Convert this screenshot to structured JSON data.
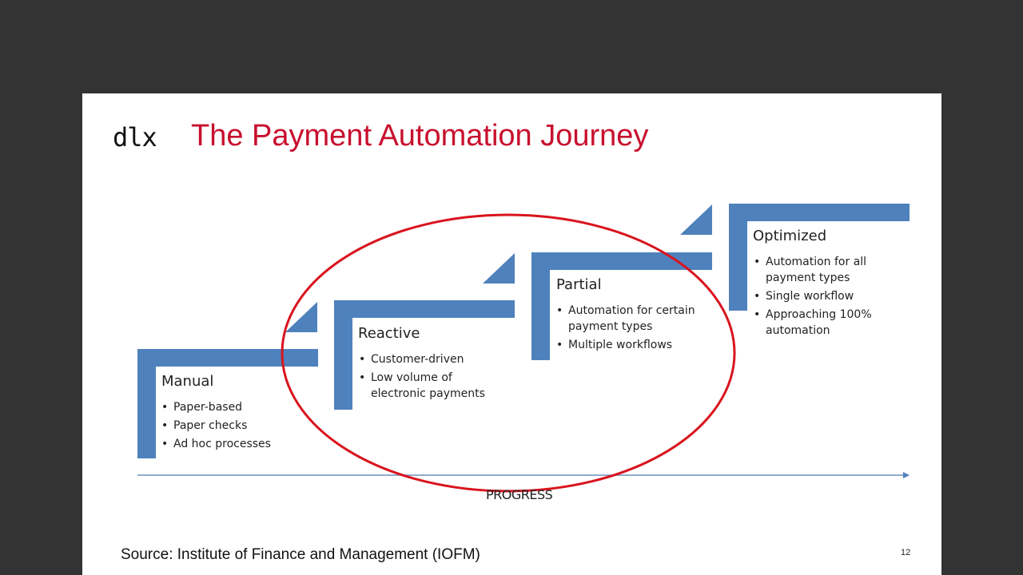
{
  "slide": {
    "logo": "dlx",
    "title": "The Payment Automation Journey",
    "title_color": "#c8102e",
    "accent_color": "#4f81bd",
    "stages": [
      {
        "name": "Manual",
        "bullets": [
          "Paper-based",
          "Paper checks",
          "Ad hoc processes"
        ]
      },
      {
        "name": "Reactive",
        "bullets": [
          "Customer-driven",
          "Low volume of electronic payments"
        ]
      },
      {
        "name": "Partial",
        "bullets": [
          "Automation for certain payment types",
          "Multiple workflows"
        ]
      },
      {
        "name": "Optimized",
        "bullets": [
          "Automation for all payment types",
          "Single workflow",
          "Approaching 100% automation"
        ]
      }
    ],
    "axis_label": "PROGRESS",
    "highlight": "red-ellipse-around-reactive-and-partial",
    "source": "Source: Institute of Finance and Management (IOFM)",
    "page_number": "12"
  }
}
